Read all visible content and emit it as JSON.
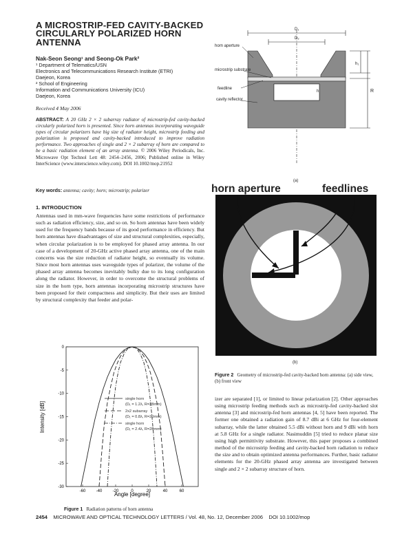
{
  "title": "A MICROSTRIP-FED CAVITY-BACKED CIRCULARLY POLARIZED HORN ANTENNA",
  "authors": "Nak-Seon Seong¹ and Seong-Ok Park²",
  "affiliations": [
    "¹ Department of Telematics/USN",
    "Electronics and Telecommunications Research Institute (ETRI)",
    "Daejeon, Korea",
    "² School of Engineering",
    "Information and Communications University (ICU)",
    "Daejeon, Korea"
  ],
  "received": "Received 4 May 2006",
  "abstract_label": "ABSTRACT:",
  "abstract_text": "A 20 GHz 2 × 2 subarray radiator of microstrip-fed cavity-backed circularly polarized horn is presented. Since horn antennas incorporating waveguide types of circular polarizers have big size of radiator height, microstrip feeding and polarization is proposed and cavity-backed introduced to improve radiation performance. Two approaches of single and 2 × 2 subarray of horn are compared to be a basic radiation element of an array antenna.",
  "abstract_tail": "© 2006 Wiley Periodicals, Inc. Microwave Opt Technol Lett 48: 2454–2456, 2006; Published online in Wiley InterScience (www.interscience.wiley.com). DOI 10.1002/mop.21952",
  "keywords_label": "Key words:",
  "keywords_text": "antenna; cavity; horn; microstrip; polarizer",
  "intro_heading": "1. INTRODUCTION",
  "intro_text": "Antennas used in mm-wave frequencies have some restrictions of performance such as radiation efficiency, size, and so on. So horn antennas have been widely used for the frequency bands because of its good performance in efficiency. But horn antennas have disadvantages of size and structural complexities, especially, when circular polarization is to be employed for phased array antenna. In our case of a development of 20-GHz active phased array antenna, one of the main concerns was the size reduction of radiator height, so eventually its volume. Since most horn antennas uses waveguide types of polarizer, the volume of the phased array antenna becomes inevitably bulky due to its long configuration along the radiator. However, in order to overcome the structural problems of size in the horn type, horn antennas incorporating microstrip structures have been proposed for their compactness and simplicity. But their uses are limited by structural complexity that feeder and polar-",
  "right_text": "izer are separated [1], or limited to linear polarization [2]. Other approaches using microstrip feeding methods such as microstrip-fed cavity-backed slot antenna [3] and microstrip-fed horn antennas [4, 5] have been reported. The former one obtained a radiation gain of 8.7 dBi at 6 GHz for four-element subarray, while the latter obtained 5.5 dBi without horn and 9 dBi with horn at 5.8 GHz for a single radiator. Nasimuddin [5] tried to reduce planar size using high permittivity substrate. However, this paper proposes a combined method of the microstrip feeding and cavity-backed horn radiation to reduce the size and to obtain optimized antenna performances. Further, basic radiator elements for the 20-GHz phased array antenna are investigated between single and 2 × 2 subarray structure of horn.",
  "figure1": {
    "caption_label": "Figure 1",
    "caption_text": "Radiation patterns of horn antenna",
    "xlabel": "Angle [degree]",
    "ylabel": "Intensity [dB]",
    "legend": [
      "single horn",
      "(D₁ = 1.2λ, R=28mm)",
      "2x2 subarray",
      "(D₁ = 0.8λ, R=20mm)",
      "single horn",
      "(D₁ = 2.4λ, R=28mm)"
    ]
  },
  "chart_data": {
    "type": "line",
    "title": "",
    "xlabel": "Angle [degree]",
    "ylabel": "Intensity [dB]",
    "xlim": [
      -80,
      80
    ],
    "ylim": [
      -30,
      0
    ],
    "xticks": [
      -60,
      -40,
      -20,
      0,
      20,
      40,
      60
    ],
    "yticks": [
      0,
      -5,
      -10,
      -15,
      -20,
      -25,
      -30
    ],
    "grid": false,
    "legend_position": "center-right",
    "series": [
      {
        "name": "single horn (D₁ = 1.2λ, R=28mm)",
        "style": "solid",
        "x": [
          -62,
          -55,
          -50,
          -45,
          -40,
          -35,
          -30,
          -25,
          -20,
          -15,
          -10,
          -5,
          0,
          5,
          10,
          15,
          20,
          25,
          30,
          35,
          40,
          45,
          50,
          55,
          62
        ],
        "y": [
          -30,
          -24,
          -19.5,
          -15.5,
          -12,
          -9,
          -6.5,
          -4.5,
          -2.8,
          -1.6,
          -0.7,
          -0.2,
          0,
          -0.2,
          -0.7,
          -1.6,
          -2.8,
          -4.5,
          -6.5,
          -9,
          -12,
          -15.5,
          -19.5,
          -24,
          -30
        ]
      },
      {
        "name": "2x2 subarray (D₁ = 0.8λ, R=20mm)",
        "style": "dashed",
        "x": [
          -40,
          -37,
          -34,
          -30,
          -26,
          -22,
          -18,
          -14,
          -10,
          -6,
          0,
          6,
          10,
          14,
          18,
          22,
          26,
          30,
          34,
          37,
          40
        ],
        "y": [
          -30,
          -23,
          -17,
          -12,
          -8.5,
          -5.5,
          -3.5,
          -2,
          -1,
          -0.3,
          0,
          -0.3,
          -1,
          -2,
          -3.5,
          -5.5,
          -8.5,
          -12,
          -17,
          -23,
          -30
        ]
      },
      {
        "name": "single horn (D₁ = 2.4λ, R=28mm)",
        "style": "dash-dot",
        "x": [
          -30,
          -28,
          -26,
          -24,
          -22,
          -20,
          -17,
          -14,
          -10,
          -6,
          0,
          6,
          10,
          14,
          17,
          20,
          22,
          24,
          26,
          28,
          30
        ],
        "y": [
          -30,
          -24,
          -19,
          -15,
          -11.5,
          -8.5,
          -5.5,
          -3.3,
          -1.6,
          -0.5,
          0,
          -0.5,
          -1.6,
          -3.3,
          -5.5,
          -8.5,
          -11.5,
          -15,
          -19,
          -24,
          -30
        ]
      }
    ]
  },
  "figure2": {
    "caption_label": "Figure 2",
    "caption_text": "Geometry of microstrip-fed cavity-backed horn antenna: (a) side view, (b) front view",
    "sub_a": "(a)",
    "sub_b": "(b)",
    "label_horn_aperture_small": "horn aperture",
    "label_microstrip_substrate": "microstrip substrate",
    "label_feedline_small": "feedline",
    "label_cavity_reflector": "cavity reflector",
    "label_D1": "D₁",
    "label_D2": "D₂",
    "label_h1": "h₁",
    "label_h": "h",
    "label_R": "R",
    "label_horn_aperture_big": "horn aperture",
    "label_feedlines_big": "feedlines"
  },
  "footer": {
    "page": "2454",
    "journal": "MICROWAVE AND OPTICAL TECHNOLOGY LETTERS / Vol. 48, No. 12, December 2006",
    "doi": "DOI 10.1002/mop"
  }
}
